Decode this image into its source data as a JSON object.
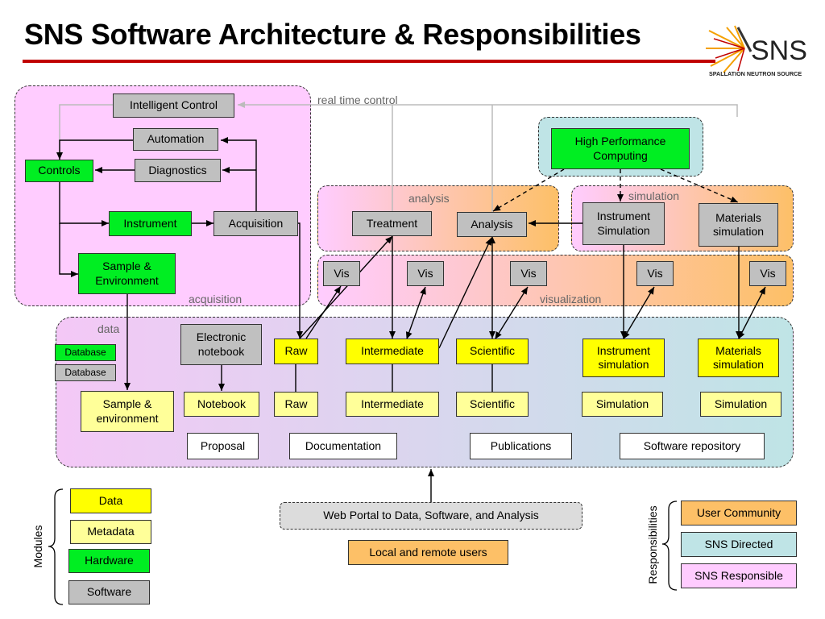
{
  "title": "SNS Software Architecture & Responsibilities",
  "logo": {
    "letters": "SNS",
    "tagline": "SPALLATION NEUTRON SOURCE"
  },
  "regions": {
    "acquisition": "acquisition",
    "analysis": "analysis",
    "simulation": "simulation",
    "visualization": "visualization",
    "data": "data",
    "real_time_control": "real time control"
  },
  "nodes": {
    "intelligent_control": "Intelligent Control",
    "automation": "Automation",
    "diagnostics": "Diagnostics",
    "controls": "Controls",
    "instrument": "Instrument",
    "acquisition": "Acquisition",
    "sample_env": "Sample & Environment",
    "hpc": "High Performance Computing",
    "treatment": "Treatment",
    "analysis": "Analysis",
    "instrument_simulation": "Instrument Simulation",
    "materials_simulation": "Materials simulation",
    "vis": "Vis",
    "database_hw": "Database",
    "database_sw": "Database",
    "electronic_notebook": "Electronic notebook",
    "raw_data": "Raw",
    "intermediate_data": "Intermediate",
    "scientific_data": "Scientific",
    "instrument_simulation_data": "Instrument simulation",
    "materials_simulation_data": "Materials simulation",
    "sample_environment_meta": "Sample & environment",
    "notebook_meta": "Notebook",
    "raw_meta": "Raw",
    "intermediate_meta": "Intermediate",
    "scientific_meta": "Scientific",
    "simulation_meta_1": "Simulation",
    "simulation_meta_2": "Simulation",
    "proposal": "Proposal",
    "documentation": "Documentation",
    "publications": "Publications",
    "software_repository": "Software repository",
    "web_portal": "Web Portal to Data, Software, and Analysis",
    "users": "Local and remote users"
  },
  "legend": {
    "modules_title": "Modules",
    "modules": [
      "Data",
      "Metadata",
      "Hardware",
      "Software"
    ],
    "responsibilities_title": "Responsibilities",
    "responsibilities": [
      "User Community",
      "SNS Directed",
      "SNS Responsible"
    ]
  },
  "colors": {
    "hardware": "#00ee22",
    "software": "#c0c0c0",
    "data": "#ffff00",
    "metadata": "#ffff99",
    "user_community": "#fdc067",
    "sns_directed": "#bfe4e6",
    "sns_responsible": "#ffccff",
    "title_rule": "#c00000"
  }
}
